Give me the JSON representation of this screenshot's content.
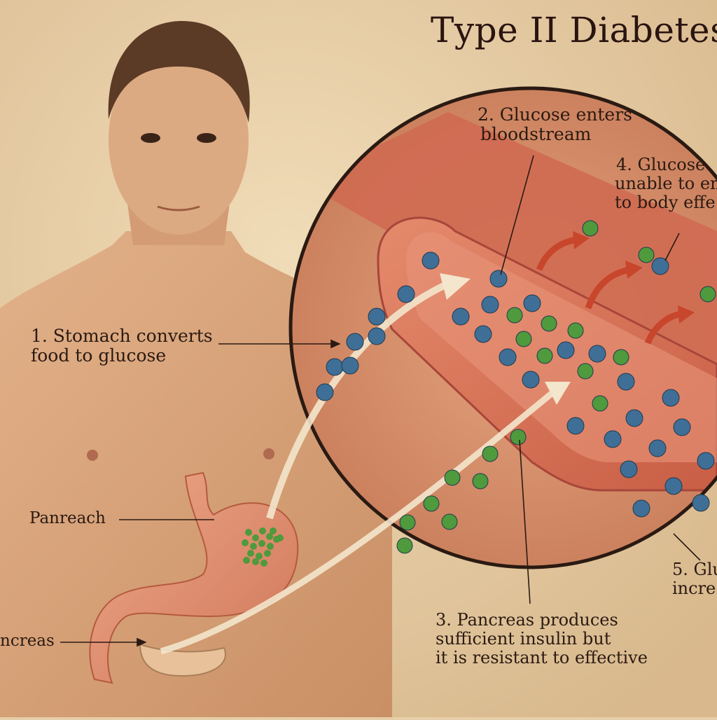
{
  "title": "Type II Diabetes",
  "labels": {
    "step1": [
      "1. Stomach converts",
      "food to glucose"
    ],
    "step2": [
      "2. Glucose enters",
      "bloodstream"
    ],
    "step3": [
      "3. Pancreas produces",
      "sufficient insulin but",
      "it is resistant to effective"
    ],
    "step4": [
      "4. Glucose",
      "unable to en",
      "to body effe"
    ],
    "step5": [
      "5. Glu",
      "incre"
    ],
    "panreach": "Panreach",
    "pancreas": "ncreas"
  },
  "colors": {
    "background": "#e6cfa8",
    "skin": "#d9a27a",
    "vessel": "#d8735a",
    "glucose_blue": "#3f6f96",
    "insulin_green": "#4f9a3c",
    "arrow_red": "#c8462b",
    "arrow_cream": "#f3e6cc"
  },
  "icons": {
    "blue_dot": "glucose-molecule-icon",
    "green_dot": "insulin-molecule-icon",
    "red_arrow": "curved-arrow-icon"
  }
}
